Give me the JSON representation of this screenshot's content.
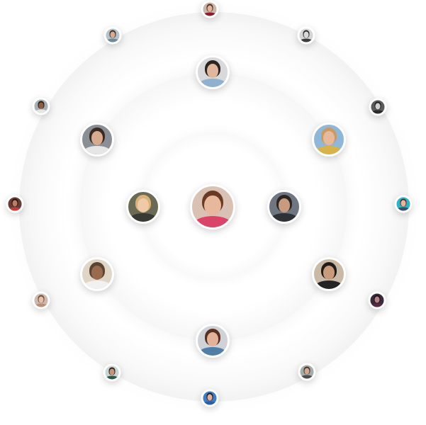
{
  "avatars": [
    {
      "id": "center",
      "ring": "center",
      "bg": "#d9c2b4",
      "skin": "#e7b89c",
      "hair": "#6b3a24",
      "shirt": "#d94468"
    },
    {
      "id": "inner-left",
      "ring": "inner",
      "bg": "#6b6a55",
      "skin": "#efc9a8",
      "hair": "#d8b277",
      "shirt": "#3a3a34"
    },
    {
      "id": "inner-right",
      "ring": "inner",
      "bg": "#6f7682",
      "skin": "#c89b80",
      "hair": "#2b2622",
      "shirt": "#2e3136"
    },
    {
      "id": "middle-top",
      "ring": "middle",
      "bg": "#d9d9dc",
      "skin": "#e0b79c",
      "hair": "#2b2420",
      "shirt": "#8fb0cf"
    },
    {
      "id": "middle-top-left",
      "ring": "middle",
      "bg": "#8a8f95",
      "skin": "#d8ab8f",
      "hair": "#3a2b22",
      "shirt": "#e6e6e6"
    },
    {
      "id": "middle-top-right",
      "ring": "middle",
      "bg": "#8fb8d8",
      "skin": "#e5b99a",
      "hair": "#c89a66",
      "shirt": "#d8b24a"
    },
    {
      "id": "middle-bottom-left",
      "ring": "middle",
      "bg": "#dfd6c8",
      "skin": "#9a6a4e",
      "hair": "#5a4436",
      "shirt": "#f1f1f1"
    },
    {
      "id": "middle-bottom-right",
      "ring": "middle",
      "bg": "#c9b9a6",
      "skin": "#c99b7d",
      "hair": "#231b17",
      "shirt": "#242424"
    },
    {
      "id": "middle-bottom",
      "ring": "middle",
      "bg": "#cfd3d8",
      "skin": "#e2b398",
      "hair": "#5a3020",
      "shirt": "#4f7ea6"
    },
    {
      "id": "outer-top",
      "ring": "outer",
      "bg": "#c7b6a9",
      "skin": "#e2b49a",
      "hair": "#4a2a1f",
      "shirt": "#8a1d2a"
    },
    {
      "id": "outer-top-left",
      "ring": "outer",
      "bg": "#b7c3c9",
      "skin": "#d8ab90",
      "hair": "#3a2c24",
      "shirt": "#6e8a98"
    },
    {
      "id": "outer-top-right",
      "ring": "outer",
      "bg": "#d5d5d5",
      "skin": "#d9d9d9",
      "hair": "#2a2a2a",
      "shirt": "#3c3c3c"
    },
    {
      "id": "outer-upper-left",
      "ring": "outer",
      "bg": "#a8b0b4",
      "skin": "#8e5e44",
      "hair": "#2b1c14",
      "shirt": "#e6e6e6"
    },
    {
      "id": "outer-upper-right",
      "ring": "outer",
      "bg": "#5a5a5a",
      "skin": "#cfcfcf",
      "hair": "#1e1e1e",
      "shirt": "#2a2a2a"
    },
    {
      "id": "outer-left",
      "ring": "outer",
      "bg": "#6a3b36",
      "skin": "#b88060",
      "hair": "#1e1410",
      "shirt": "#c43b3b"
    },
    {
      "id": "outer-right",
      "ring": "outer",
      "bg": "#2fb3c7",
      "skin": "#e6b69a",
      "hair": "#5a2a2a",
      "shirt": "#3a4f6b"
    },
    {
      "id": "outer-lower-left",
      "ring": "outer",
      "bg": "#cdb9ad",
      "skin": "#e7c0a6",
      "hair": "#6b4a38",
      "shirt": "#b98f7a"
    },
    {
      "id": "outer-lower-right",
      "ring": "outer",
      "bg": "#3b2a3a",
      "skin": "#b7818a",
      "hair": "#1c0f16",
      "shirt": "#5a2a44"
    },
    {
      "id": "outer-bottom-left",
      "ring": "outer",
      "bg": "#c8d6d3",
      "skin": "#c8957a",
      "hair": "#2a2018",
      "shirt": "#2d5a4a"
    },
    {
      "id": "outer-bottom-right",
      "ring": "outer",
      "bg": "#a6aca9",
      "skin": "#d3a98e",
      "hair": "#3a3430",
      "shirt": "#4a4e4a"
    },
    {
      "id": "outer-bottom",
      "ring": "outer",
      "bg": "#3f7cc8",
      "skin": "#e2b096",
      "hair": "#1f1b1a",
      "shirt": "#2f5f9e"
    }
  ]
}
